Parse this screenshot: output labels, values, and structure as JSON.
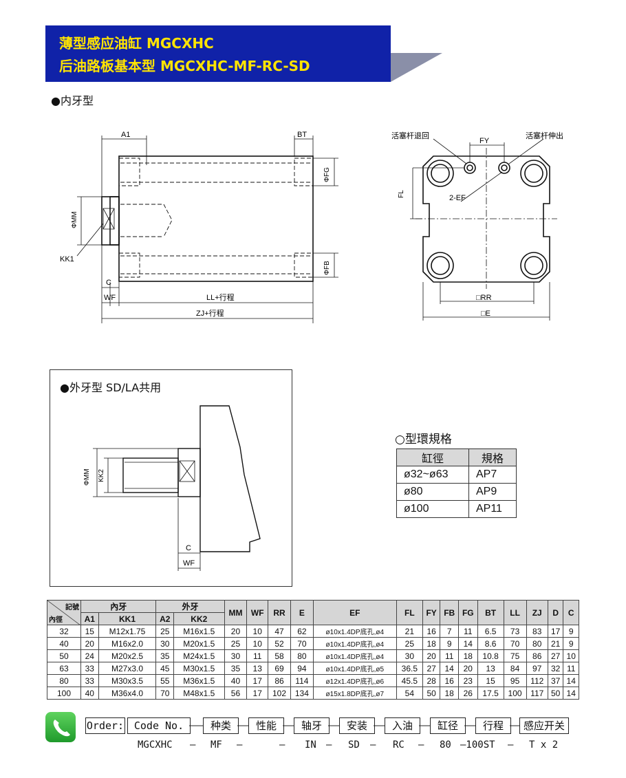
{
  "header": {
    "title_line1": "薄型感应油缸  MGCXHC",
    "title_line2": "后油路板基本型  MGCXHC-MF-RC-SD"
  },
  "sections": {
    "internal_thread": "●内牙型",
    "external_thread": "●外牙型 SD/LA共用"
  },
  "drawing1_labels": {
    "a1": "A1",
    "bt": "BT",
    "fg": "ΦFG",
    "fb": "ΦFB",
    "mm": "ΦMM",
    "kk1": "KK1",
    "c": "C",
    "wf": "WF",
    "ll": "LL+行程",
    "zj": "ZJ+行程"
  },
  "drawing2_labels": {
    "retract": "活塞杆退回",
    "extend": "活塞杆伸出",
    "fy": "FY",
    "fl": "FL",
    "ef": "2-EF",
    "rr": "□RR",
    "e": "□E"
  },
  "drawing3_labels": {
    "mm": "ΦMM",
    "kk2": "KK2",
    "c": "C",
    "wf": "WF"
  },
  "oring": {
    "title": "○型環規格",
    "headers": [
      "缸徑",
      "規格"
    ],
    "rows": [
      [
        "ø32~ø63",
        "AP7"
      ],
      [
        "ø80",
        "AP9"
      ],
      [
        "ø100",
        "AP11"
      ]
    ]
  },
  "spec_table": {
    "corner_top": "記號",
    "corner_bottom": "內徑",
    "internal": "內牙",
    "external": "外牙",
    "sub_headers": [
      "A1",
      "KK1",
      "A2",
      "KK2"
    ],
    "columns": [
      "MM",
      "WF",
      "RR",
      "E",
      "EF",
      "FL",
      "FY",
      "FB",
      "FG",
      "BT",
      "LL",
      "ZJ",
      "D",
      "C"
    ],
    "rows": [
      [
        "32",
        "15",
        "M12x1.75",
        "25",
        "M16x1.5",
        "20",
        "10",
        "47",
        "62",
        "ø10x1.4DP底孔,ø4",
        "21",
        "16",
        "7",
        "11",
        "6.5",
        "73",
        "83",
        "17",
        "9"
      ],
      [
        "40",
        "20",
        "M16x2.0",
        "30",
        "M20x1.5",
        "25",
        "10",
        "52",
        "70",
        "ø10x1.4DP底孔,ø4",
        "25",
        "18",
        "9",
        "14",
        "8.6",
        "70",
        "80",
        "21",
        "9"
      ],
      [
        "50",
        "24",
        "M20x2.5",
        "35",
        "M24x1.5",
        "30",
        "11",
        "58",
        "80",
        "ø10x1.4DP底孔,ø4",
        "30",
        "20",
        "11",
        "18",
        "10.8",
        "75",
        "86",
        "27",
        "10"
      ],
      [
        "63",
        "33",
        "M27x3.0",
        "45",
        "M30x1.5",
        "35",
        "13",
        "69",
        "94",
        "ø10x1.4DP底孔,ø5",
        "36.5",
        "27",
        "14",
        "20",
        "13",
        "84",
        "97",
        "32",
        "11"
      ],
      [
        "80",
        "33",
        "M30x3.5",
        "55",
        "M36x1.5",
        "40",
        "17",
        "86",
        "114",
        "ø12x1.4DP底孔,ø6",
        "45.5",
        "28",
        "16",
        "23",
        "15",
        "95",
        "112",
        "37",
        "14"
      ],
      [
        "100",
        "40",
        "M36x4.0",
        "70",
        "M48x1.5",
        "56",
        "17",
        "102",
        "134",
        "ø15x1.8DP底孔,ø7",
        "54",
        "50",
        "18",
        "26",
        "17.5",
        "100",
        "117",
        "50",
        "14"
      ]
    ]
  },
  "order": {
    "label": "Order:",
    "fields": [
      "Code No.",
      "种类",
      "性能",
      "轴牙",
      "安装",
      "入油",
      "缸径",
      "行程",
      "感应开关"
    ],
    "codes": [
      "MGCXHC",
      "—",
      "MF",
      "—",
      "",
      "—",
      "IN",
      "—",
      "SD",
      "—",
      "RC",
      "—",
      "80",
      "—100ST",
      "—",
      "T x 2"
    ]
  },
  "colors": {
    "header_bg": "#1022a8",
    "header_text": "#ffe400",
    "table_header": "#d6d6d6"
  },
  "icons": [
    "phone-icon"
  ]
}
